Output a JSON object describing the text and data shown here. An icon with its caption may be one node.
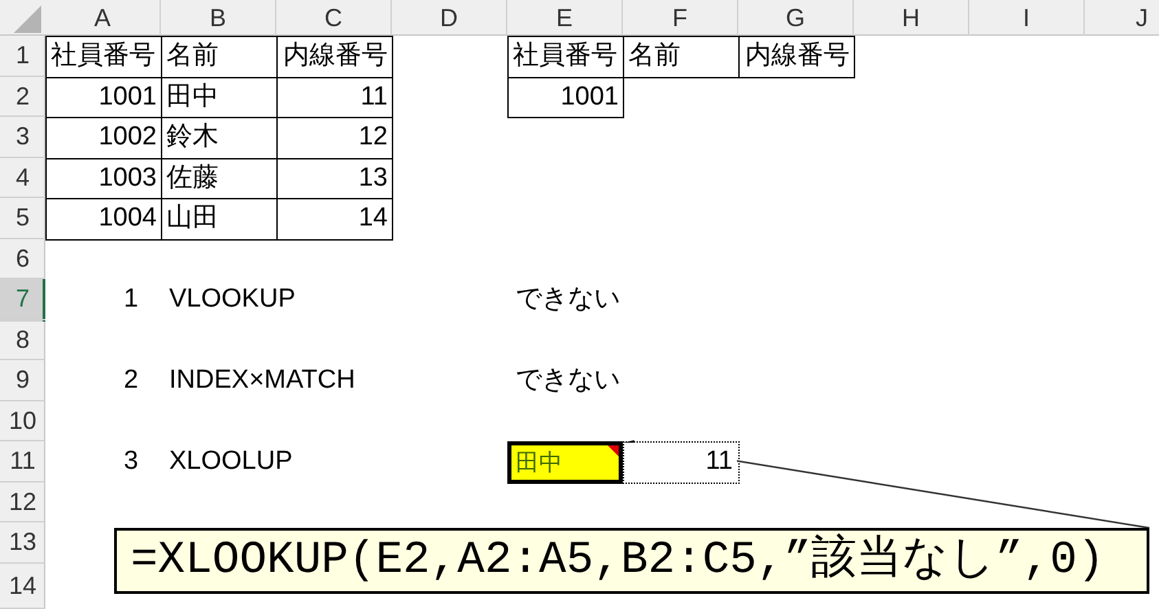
{
  "diagram": {
    "nodes": [
      {
        "text": [
          "=XLOOKUP(E2,A2:A5,B2:C5,”該当なし”,0)"
        ]
      },
      {
        "text": [
          "田中"
        ]
      }
    ],
    "edges": [
      {
        "from": 0,
        "to": 1,
        "arrow": "to"
      }
    ],
    "labels": [
      "A",
      "B",
      "C",
      "D",
      "E",
      "F",
      "G",
      "H",
      "I",
      "J",
      "1",
      "2",
      "3",
      "4",
      "5",
      "6",
      "7",
      "8",
      "9",
      "10",
      "11",
      "12",
      "13",
      "14",
      "社員番号",
      "名前",
      "内線番号",
      "社員番号",
      "名前",
      "内線番号",
      "1001",
      "田中",
      "11",
      "1001",
      "1002",
      "鈴木",
      "12",
      "1003",
      "佐藤",
      "13",
      "1004",
      "山田",
      "14",
      "1",
      "VLOOKUP",
      "できない",
      "2",
      "INDEX×MATCH",
      "できない",
      "3",
      "XLOOLUP",
      "11"
    ]
  }
}
